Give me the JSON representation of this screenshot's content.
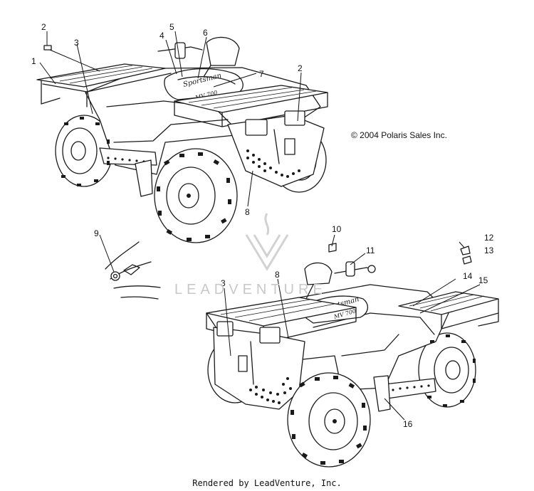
{
  "copyright": "© 2004 Polaris Sales Inc.",
  "footer": "Rendered by LeadVenture, Inc.",
  "watermark": "LEADVENTURE",
  "callouts": [
    "1",
    "2",
    "3",
    "4",
    "5",
    "6",
    "7",
    "8",
    "9",
    "10",
    "11",
    "12",
    "13",
    "14",
    "15",
    "16"
  ],
  "colors": {
    "line": "#1a1a1a",
    "watermark": "#c8c8c8"
  }
}
